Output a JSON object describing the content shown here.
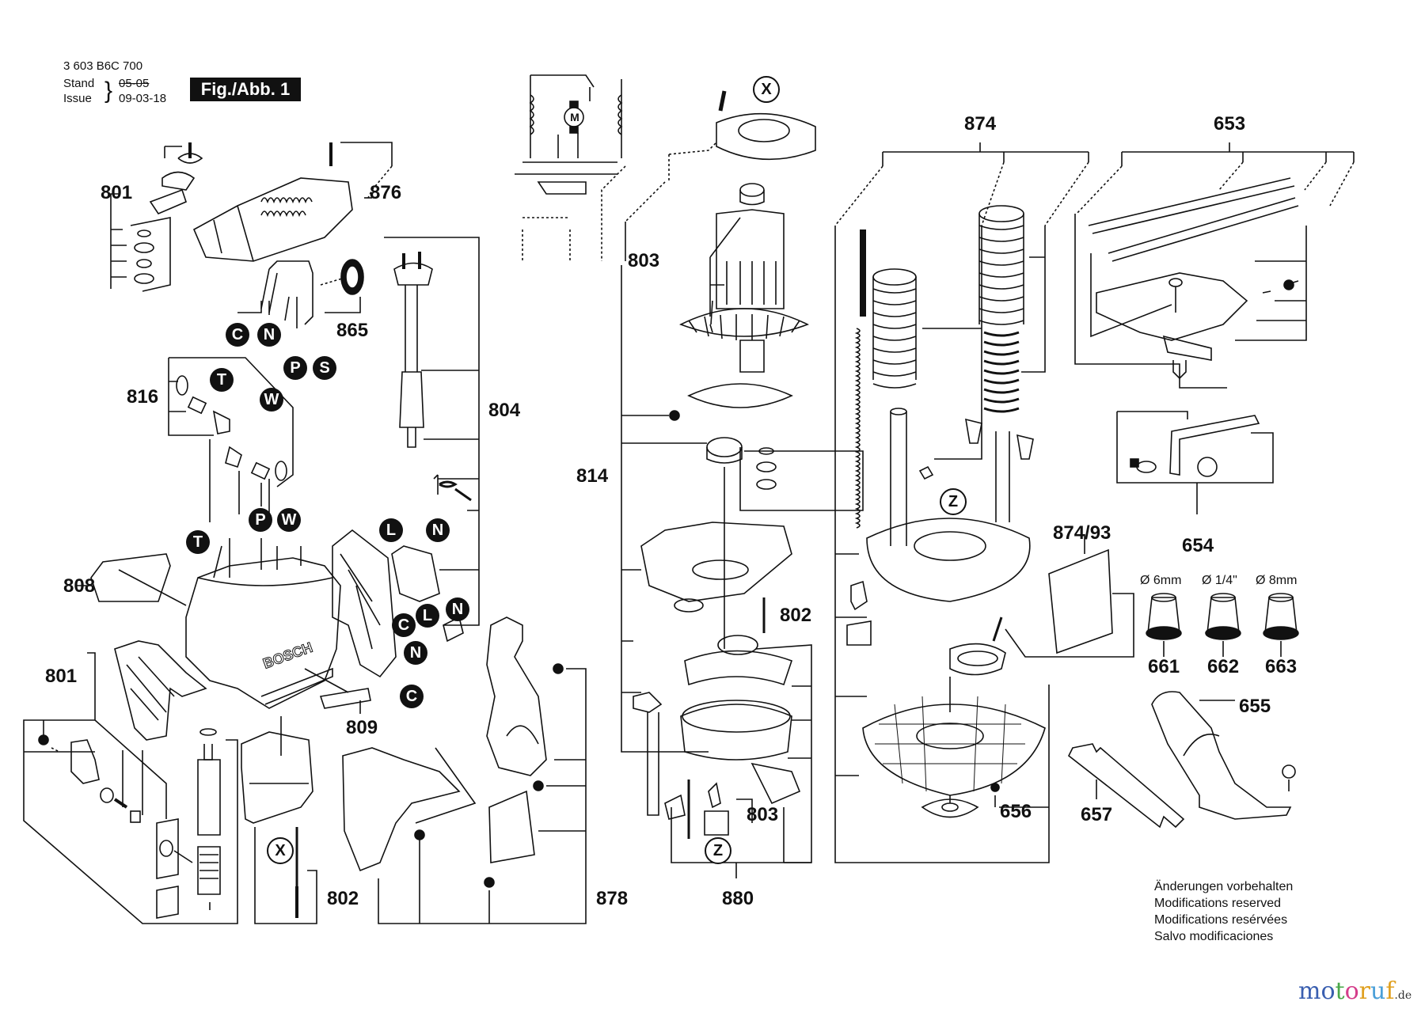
{
  "header": {
    "part_number": "3 603 B6C 700",
    "stand_label": "Stand",
    "stand_value": "05-05",
    "issue_label": "Issue",
    "issue_value": "09-03-18",
    "figure_label": "Fig./Abb. 1"
  },
  "part_labels": [
    {
      "id": "801-top",
      "text": "801"
    },
    {
      "id": "876",
      "text": "876"
    },
    {
      "id": "865",
      "text": "865"
    },
    {
      "id": "816",
      "text": "816"
    },
    {
      "id": "804",
      "text": "804"
    },
    {
      "id": "808",
      "text": "808"
    },
    {
      "id": "801-bottom",
      "text": "801"
    },
    {
      "id": "809",
      "text": "809"
    },
    {
      "id": "802-left",
      "text": "802"
    },
    {
      "id": "878",
      "text": "878"
    },
    {
      "id": "803-top",
      "text": "803"
    },
    {
      "id": "814",
      "text": "814"
    },
    {
      "id": "802-mid",
      "text": "802"
    },
    {
      "id": "803-bottom",
      "text": "803"
    },
    {
      "id": "880",
      "text": "880"
    },
    {
      "id": "874",
      "text": "874"
    },
    {
      "id": "653",
      "text": "653"
    },
    {
      "id": "654",
      "text": "654"
    },
    {
      "id": "874-93",
      "text": "874/93"
    },
    {
      "id": "661",
      "text": "661"
    },
    {
      "id": "662",
      "text": "662"
    },
    {
      "id": "663",
      "text": "663"
    },
    {
      "id": "655",
      "text": "655"
    },
    {
      "id": "656",
      "text": "656"
    },
    {
      "id": "657",
      "text": "657"
    }
  ],
  "collet_sizes": [
    "Ø 6mm",
    "Ø 1/4\"",
    "Ø 8mm"
  ],
  "wire_markers": {
    "filled": [
      "C",
      "N",
      "P",
      "S",
      "T",
      "W",
      "T",
      "P",
      "W",
      "L",
      "N",
      "C",
      "L",
      "N",
      "N",
      "C"
    ],
    "outlined": [
      "X",
      "X",
      "Z",
      "Z"
    ]
  },
  "motor_symbol": "M",
  "housing_brand": "BOSCH",
  "notes": [
    "Änderungen vorbehalten",
    "Modifications reserved",
    "Modifications resérvées",
    "Salvo modificaciones"
  ],
  "watermark": {
    "letters": [
      "m",
      "o",
      "t",
      "o",
      "r",
      "u",
      "f"
    ],
    "colors": [
      "#3a5fb0",
      "#3a5fb0",
      "#4aa84a",
      "#d43d8a",
      "#e0a020",
      "#4a9fd8",
      "#e0a020"
    ],
    "suffix": ".de"
  }
}
